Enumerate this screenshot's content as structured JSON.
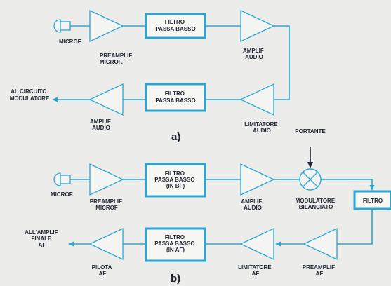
{
  "diagram_a": {
    "caption": "a)",
    "mic_label": "MICROF.",
    "preamp_label": [
      "PREAMPLIF",
      "MICROF."
    ],
    "filter1_label": [
      "FILTRO",
      "PASSA BASSO"
    ],
    "amp1_label": [
      "AMPLIF",
      "AUDIO"
    ],
    "filter2_label": [
      "FILTRO",
      "PASSA BASSO"
    ],
    "limiter_label": [
      "LIMITATORE",
      "AUDIO"
    ],
    "amp2_label": [
      "AMPLIF",
      "AUDIO"
    ],
    "output_label": [
      "AL CIRCUITO",
      "MODULATORE"
    ]
  },
  "diagram_b": {
    "caption": "b)",
    "mic_label": "MICROF.",
    "preamp_label": [
      "PREAMPLIF",
      "MICROF"
    ],
    "filter1_label": [
      "FILTRO",
      "PASSA BASSO",
      "(IN BF)"
    ],
    "amp_label": [
      "AMPLIF.",
      "AUDIO"
    ],
    "carrier_label": "PORTANTE",
    "modulator_label": [
      "MODULATORE",
      "BILANCIATO"
    ],
    "filter_label": "FILTRO",
    "preamp_af_label": [
      "PREAMPLIF",
      "AF"
    ],
    "limiter_label": [
      "LIMITATORE",
      "AF"
    ],
    "filter2_label": [
      "FILTRO",
      "PASSA BASSO",
      "(IN AF)"
    ],
    "driver_label": [
      "PILOTA",
      "AF"
    ],
    "output_label": [
      "ALL'AMPLIF",
      "FINALE",
      "AF"
    ]
  },
  "colors": {
    "line": "#2aa6d3",
    "text": "#1d2330",
    "background": "#ecedea"
  }
}
